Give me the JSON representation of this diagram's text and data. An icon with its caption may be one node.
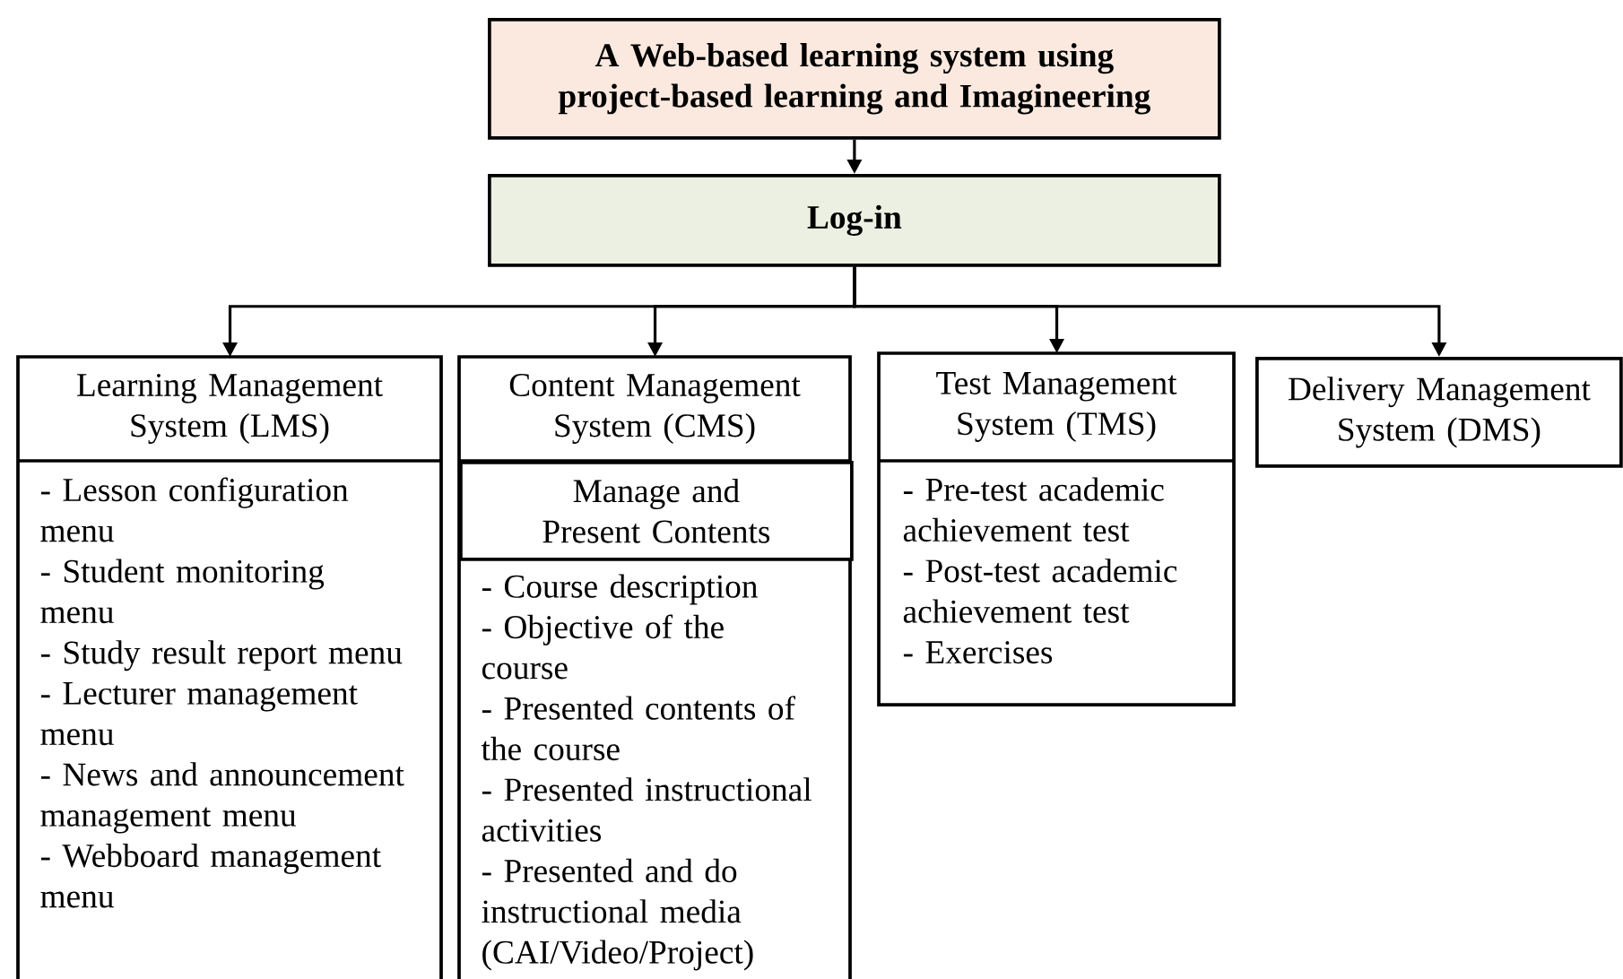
{
  "diagram": {
    "nodes": [
      {
        "text": [
          "A Web-based learning system using project-based learning and Imagineering"
        ]
      },
      {
        "text": [
          "Log-in"
        ]
      },
      {
        "text": [
          "Learning Management System (LMS)",
          "- Lesson configuration menu",
          "- Student monitoring menu",
          "- Study result report menu",
          "- Lecturer management menu",
          "- News and announcement management menu",
          "- Webboard  management menu"
        ]
      },
      {
        "text": [
          "Content Management System (CMS)",
          "- Course description",
          "- Objective of the course",
          "- Presented contents of the course",
          "- Presented instructional activities",
          "- Presented and do instructional media (CAI/Video/Project)"
        ]
      },
      {
        "text": [
          "Manage and Present Contents"
        ],
        "in": 3
      },
      {
        "text": [
          "Test Management System (TMS)",
          "- Pre-test academic achievement test",
          "- Post-test academic achievement test",
          "-  Exercises"
        ]
      },
      {
        "text": [
          "Delivery Management System (DMS)"
        ]
      }
    ],
    "edges": [
      {
        "from": 0,
        "to": 1,
        "arrow": "to"
      },
      {
        "from": 1,
        "to": 2,
        "arrow": "to"
      },
      {
        "from": 1,
        "to": 3,
        "arrow": "to"
      },
      {
        "from": 1,
        "to": 5,
        "arrow": "to"
      },
      {
        "from": 1,
        "to": 6,
        "arrow": "to"
      }
    ]
  }
}
